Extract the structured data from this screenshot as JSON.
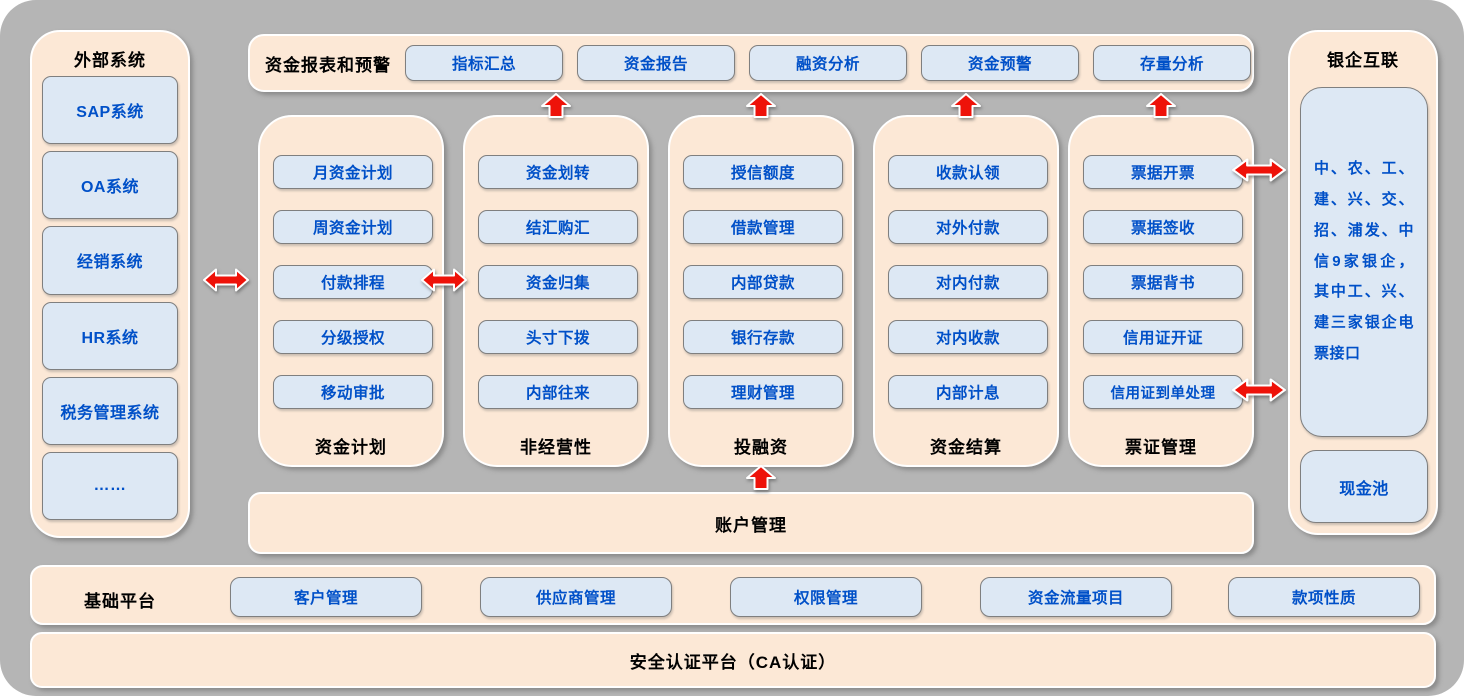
{
  "palette": {
    "background": "#b5b5b5",
    "panel_fill": "#fce8d6",
    "module_fill": "#dde8f4",
    "module_border": "#7f7f7f",
    "module_text": "#0050c8",
    "heading_text": "#000000",
    "arrow_red": "#ee1209"
  },
  "icons": {
    "up_arrow": "red-up-arrow",
    "double_arrow": "red-double-horizontal-arrow"
  },
  "external_systems": {
    "title": "外部系统",
    "items": [
      "SAP系统",
      "OA系统",
      "经销系统",
      "HR系统",
      "税务管理系统",
      "……"
    ]
  },
  "report_bar": {
    "title": "资金报表和预警",
    "items": [
      "指标汇总",
      "资金报告",
      "融资分析",
      "资金预警",
      "存量分析"
    ]
  },
  "columns": [
    {
      "title": "资金计划",
      "items": [
        "月资金计划",
        "周资金计划",
        "付款排程",
        "分级授权",
        "移动审批"
      ]
    },
    {
      "title": "非经营性",
      "items": [
        "资金划转",
        "结汇购汇",
        "资金归集",
        "头寸下拨",
        "内部往来"
      ]
    },
    {
      "title": "投融资",
      "items": [
        "授信额度",
        "借款管理",
        "内部贷款",
        "银行存款",
        "理财管理"
      ]
    },
    {
      "title": "资金结算",
      "items": [
        "收款认领",
        "对外付款",
        "对内付款",
        "对内收款",
        "内部计息"
      ]
    },
    {
      "title": "票证管理",
      "items": [
        "票据开票",
        "票据签收",
        "票据背书",
        "信用证开证",
        "信用证到单处理"
      ]
    }
  ],
  "bank_link": {
    "title": "银企互联",
    "description": "中、农、工、建、兴、交、招、浦发、中信9家银企，其中工、兴、建三家银企电票接口",
    "cash_pool": "现金池"
  },
  "account_bar": {
    "label": "账户管理"
  },
  "base_platform": {
    "title": "基础平台",
    "items": [
      "客户管理",
      "供应商管理",
      "权限管理",
      "资金流量项目",
      "款项性质"
    ]
  },
  "security_bar": {
    "label": "安全认证平台（CA认证）"
  }
}
